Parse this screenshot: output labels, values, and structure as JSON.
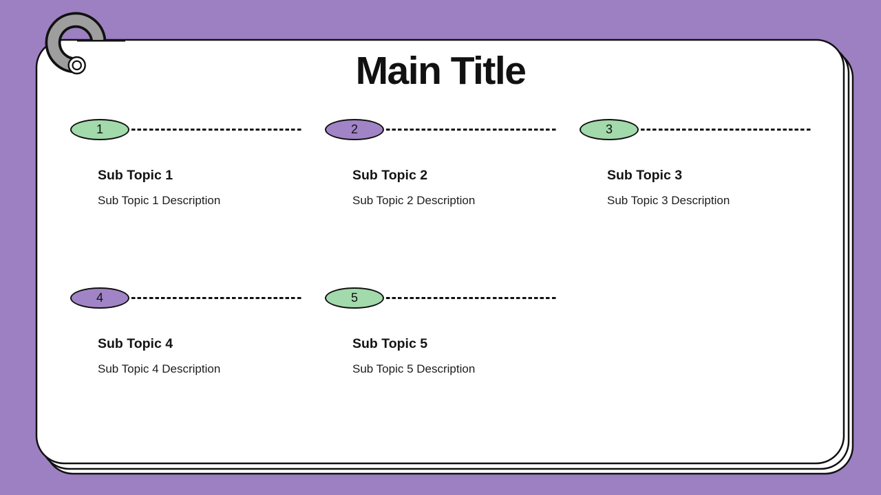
{
  "slide": {
    "title": "Main Title"
  },
  "colors": {
    "background": "#9c80c2",
    "card": "#ffffff",
    "outline": "#111111",
    "green": "#a2daab",
    "purple": "#a184c6",
    "ring_gray": "#9e9e9e",
    "text": "#111111"
  },
  "items": [
    {
      "number": "1",
      "color": "green",
      "title": "Sub Topic 1",
      "description": "Sub Topic 1 Description"
    },
    {
      "number": "2",
      "color": "purple",
      "title": "Sub Topic 2",
      "description": "Sub Topic 2 Description"
    },
    {
      "number": "3",
      "color": "green",
      "title": "Sub Topic 3",
      "description": "Sub Topic 3 Description"
    },
    {
      "number": "4",
      "color": "purple",
      "title": "Sub Topic 4",
      "description": "Sub Topic 4 Description"
    },
    {
      "number": "5",
      "color": "green",
      "title": "Sub Topic 5",
      "description": "Sub Topic 5 Description"
    }
  ]
}
